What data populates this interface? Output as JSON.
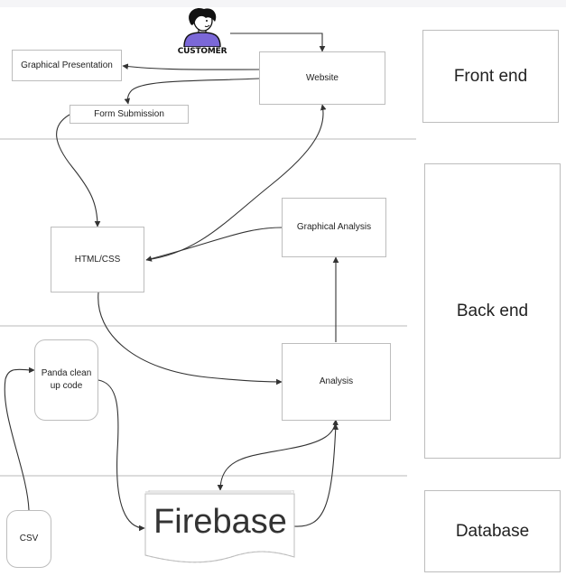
{
  "customer": {
    "label": "CUSTOMER"
  },
  "nodes": {
    "website": "Website",
    "graphical_presentation": "Graphical Presentation",
    "form_submission": "Form Submission",
    "html_css": "HTML/CSS",
    "graphical_analysis": "Graphical Analysis",
    "analysis": "Analysis",
    "panda": "Panda clean up code",
    "csv": "CSV",
    "firebase": "Firebase"
  },
  "lanes": {
    "front_end": "Front end",
    "back_end": "Back end",
    "database": "Database"
  },
  "colors": {
    "shirt": "#7b68d8",
    "line": "#333333",
    "divider": "#c8c8c8",
    "border": "#bdbdbd"
  }
}
